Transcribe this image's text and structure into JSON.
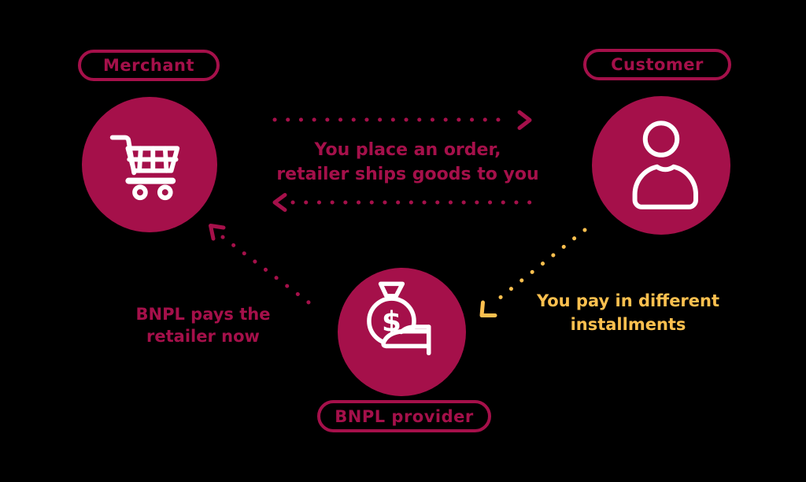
{
  "colors": {
    "crimson": "#A5104A",
    "yellow": "#FDC04F",
    "white": "#FFFFFF",
    "background": "#000000"
  },
  "nodes": {
    "merchant": {
      "label": "Merchant",
      "icon": "shopping-cart-icon"
    },
    "customer": {
      "label": "Customer",
      "icon": "person-icon"
    },
    "bnpl_provider": {
      "label": "BNPL provider",
      "icon": "money-bag-hand-icon"
    }
  },
  "flows": {
    "order": {
      "text": "You place an order,\nretailer ships goods to you",
      "from": "Customer",
      "to": "Merchant",
      "color": "#A5104A"
    },
    "bnpl_pays": {
      "text": "BNPL pays the\nretailer now",
      "from": "BNPL provider",
      "to": "Merchant",
      "color": "#A5104A"
    },
    "installments": {
      "text": "You pay in different\ninstallments",
      "from": "Customer",
      "to": "BNPL provider",
      "color": "#FDC04F"
    }
  },
  "bag_dollar": "$"
}
